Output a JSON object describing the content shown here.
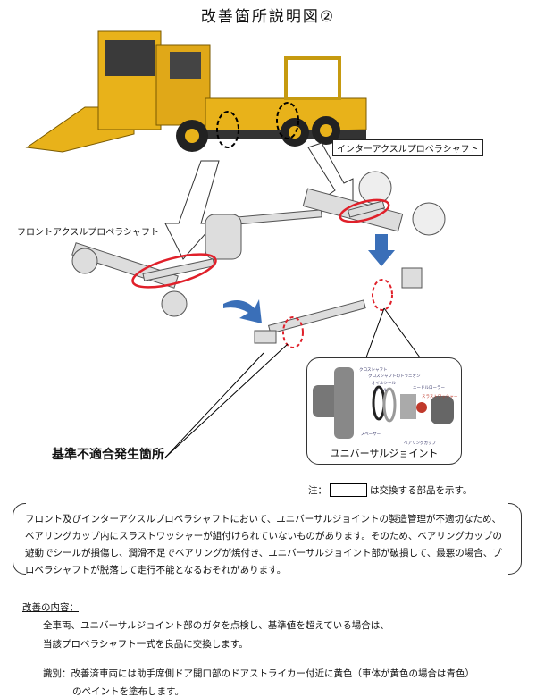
{
  "title": "改善箇所説明図②",
  "callouts": {
    "inter_axle": "インターアクスルプロペラシャフト",
    "front_axle": "フロントアクスルプロペラシャフト"
  },
  "ujoint": {
    "caption": "ユニバーサルジョイント",
    "parts": [
      "クロスシャフト",
      "クロスシャフトのトラニオン",
      "オイルシール",
      "シール",
      "ニードルローラー",
      "スラストワッシャー",
      "スペーサー",
      "ベアリングカップ"
    ]
  },
  "nonconformity_label": "基準不適合発生箇所",
  "note": {
    "prefix": "注：",
    "suffix": "は交換する部品を示す。"
  },
  "description": "フロント及びインターアクスルプロペラシャフトにおいて、ユニバーサルジョイントの製造管理が不適切なため、ベアリングカップ内にスラストワッシャーが組付けられていないものがあります。そのため、ベアリングカップの遊動でシールが損傷し、潤滑不足でベアリングが焼付き、ユニバーサルジョイント部が破損して、最悪の場合、プロペラシャフトが脱落して走行不能となるおそれがあります。",
  "improvement": {
    "heading": "改善の内容：",
    "line1": "全車両、ユニバーサルジョイント部のガタを点検し、基準値を超えている場合は、",
    "line2": "当該プロペラシャフト一式を良品に交換します。",
    "ident_line1": "識別：改善済車両には助手席側ドア開口部のドアストライカー付近に黄色（車体が黄色の場合は青色）",
    "ident_line2": "のペイントを塗布します。"
  },
  "colors": {
    "truck": "#e8b21a",
    "highlight": "#e0202a",
    "arrow": "#3a6fb8"
  }
}
